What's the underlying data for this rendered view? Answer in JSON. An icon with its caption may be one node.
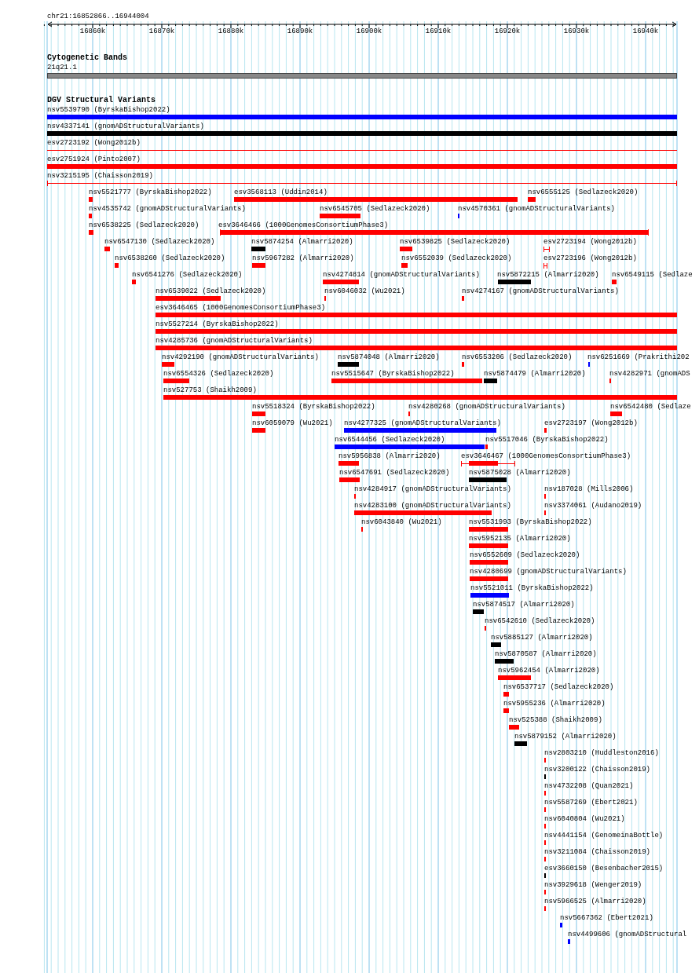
{
  "diagram": {
    "title": "chr21:16852866..16944004",
    "labels": [
      "16860k",
      "16870k",
      "16880k",
      "16890k",
      "16900k",
      "16910k",
      "16920k",
      "16930k",
      "16940k",
      "Cytogenetic Bands",
      "21q21.1",
      "DGV Structural Variants",
      "nsv5539790 (ByrskaBishop2022)",
      "nsv4337141 (gnomADStructuralVariants)",
      "esv2723192 (Wong2012b)",
      "esv2751924 (Pinto2007)",
      "nsv3215195 (Chaisson2019)",
      "nsv5521777 (ByrskaBishop2022)",
      "esv3568113 (Uddin2014)",
      "nsv6555125 (Sedlazeck2020)",
      "nsv4535742 (gnomADStructuralVariants)",
      "nsv6545705 (Sedlazeck2020)",
      "nsv4570361 (gnomADStructuralVariants)",
      "nsv6538225 (Sedlazeck2020)",
      "esv3646466 (1000GenomesConsortiumPhase3)",
      "nsv6547130 (Sedlazeck2020)",
      "nsv5874254 (Almarri2020)",
      "nsv6539825 (Sedlazeck2020)",
      "esv2723194 (Wong2012b)",
      "nsv6538260 (Sedlazeck2020)",
      "nsv5967282 (Almarri2020)",
      "nsv6552039 (Sedlazeck2020)",
      "esv2723196 (Wong2012b)",
      "nsv6541276 (Sedlazeck2020)",
      "nsv4274814 (gnomADStructuralVariants)",
      "nsv5872215 (Almarri2020)",
      "nsv6549115 (Sedlaze",
      "nsv6539022 (Sedlazeck2020)",
      "nsv6046032 (Wu2021)",
      "nsv4274167 (gnomADStructuralVariants)",
      "esv3646465 (1000GenomesConsortiumPhase3)",
      "nsv5527214 (ByrskaBishop2022)",
      "nsv4285736 (gnomADStructuralVariants)",
      "nsv4292190 (gnomADStructuralVariants)",
      "nsv5874048 (Almarri2020)",
      "nsv6553206 (Sedlazeck2020)",
      "nsv6251669 (Prakrithi202",
      "nsv6554326 (Sedlazeck2020)",
      "nsv5515647 (ByrskaBishop2022)",
      "nsv5874479 (Almarri2020)",
      "nsv4282971 (gnomADS",
      "nsv527753 (Shaikh2009)",
      "nsv5518324 (ByrskaBishop2022)",
      "nsv4280268 (gnomADStructuralVariants)",
      "nsv6542480 (Sedlaze",
      "nsv6059079 (Wu2021)",
      "nsv4277325 (gnomADStructuralVariants)",
      "esv2723197 (Wong2012b)",
      "nsv6544456 (Sedlazeck2020)",
      "nsv5517046 (ByrskaBishop2022)",
      "nsv5956838 (Almarri2020)",
      "esv3646467 (1000GenomesConsortiumPhase3)",
      "nsv6547691 (Sedlazeck2020)",
      "nsv5875028 (Almarri2020)",
      "nsv4284917 (gnomADStructuralVariants)",
      "nsv187028 (Mills2006)",
      "nsv4283100 (gnomADStructuralVariants)",
      "nsv3374061 (Audano2019)",
      "nsv6043840 (Wu2021)",
      "nsv5531993 (ByrskaBishop2022)",
      "nsv5952135 (Almarri2020)",
      "nsv6552609 (Sedlazeck2020)",
      "nsv4280699 (gnomADStructuralVariants)",
      "nsv5521011 (ByrskaBishop2022)",
      "nsv5874517 (Almarri2020)",
      "nsv6542610 (Sedlazeck2020)",
      "nsv5885127 (Almarri2020)",
      "nsv5870587 (Almarri2020)",
      "nsv5962454 (Almarri2020)",
      "nsv6537717 (Sedlazeck2020)",
      "nsv5955236 (Almarri2020)",
      "nsv525388 (Shaikh2009)",
      "nsv5879152 (Almarri2020)",
      "nsv2803210 (Huddleston2016)",
      "nsv3200122 (Chaisson2019)",
      "nsv4732208 (Quan2021)",
      "nsv5587269 (Ebert2021)",
      "nsv6040804 (Wu2021)",
      "nsv4441154 (GenomeinaBottle)",
      "nsv3211084 (Chaisson2019)",
      "esv3660150 (Besenbacher2015)",
      "nsv3929618 (Wenger2019)",
      "nsv5966525 (Almarri2020)",
      "nsv5667362 (Ebert2021)",
      "nsv4499606 (gnomADStructural"
    ]
  }
}
